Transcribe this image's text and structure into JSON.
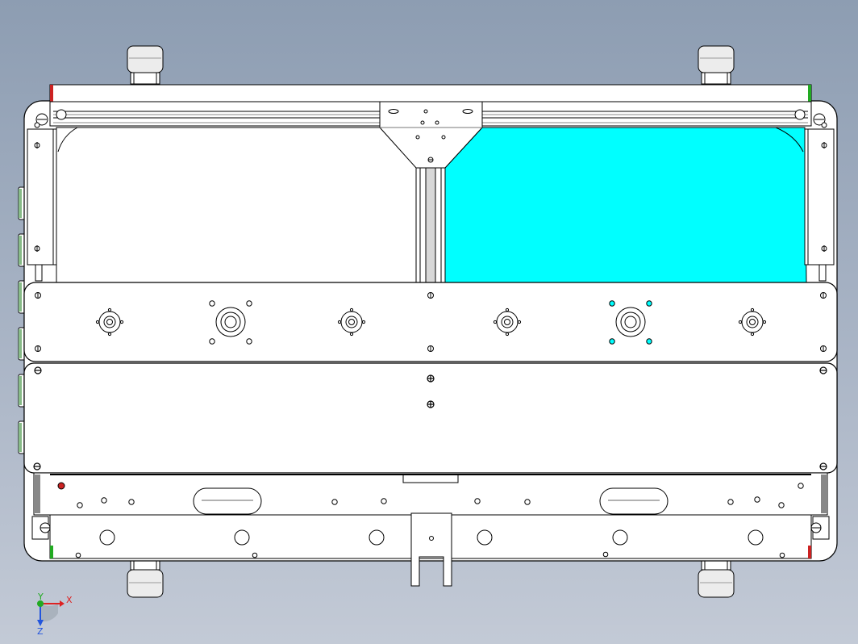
{
  "viewport": {
    "background_top": "#8d9db2",
    "background_bottom": "#c3cad6"
  },
  "model": {
    "body_fill": "#ffffff",
    "line_color": "#000000",
    "highlight_fill": "#00ffff",
    "rubber_fill": "#ececec",
    "rod_fill": "#dcdcdc",
    "accent_red": "#cc2222",
    "accent_green": "#22aa22",
    "hatch_green": "#88bb88"
  },
  "triad": {
    "x_label": "X",
    "y_label": "Y",
    "z_label": "Z",
    "x_color": "#dd2222",
    "y_color": "#22aa22",
    "z_color": "#2255dd"
  }
}
